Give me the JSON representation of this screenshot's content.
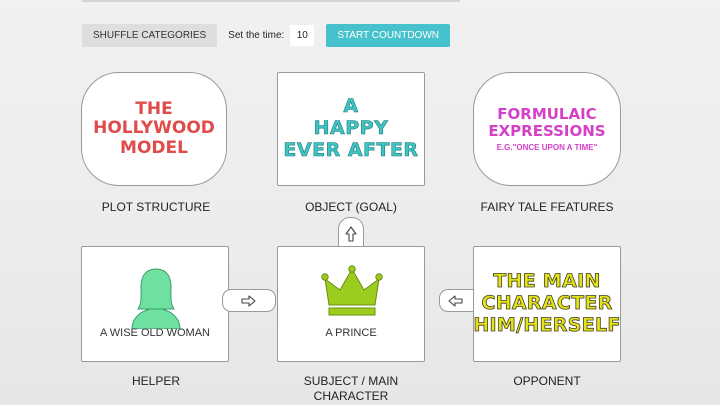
{
  "toolbar": {
    "shuffle_label": "SHUFFLE CATEGORIES",
    "time_label": "Set the time:",
    "time_value": "10",
    "start_label": "START COUNTDOWN"
  },
  "cards": {
    "plot_structure": {
      "lines": [
        "THE",
        "HOLLYWOOD",
        "MODEL"
      ],
      "label": "PLOT STRUCTURE"
    },
    "object_goal": {
      "lines": [
        "A",
        "HAPPY",
        "EVER AFTER"
      ],
      "label": "OBJECT (GOAL)"
    },
    "fairy_tale": {
      "title_lines": [
        "FORMULAIC",
        "EXPRESSIONS"
      ],
      "subtitle": "E.G.\"ONCE UPON A TIME\"",
      "label": "FAIRY TALE FEATURES"
    },
    "helper": {
      "caption": "A WISE OLD WOMAN",
      "label": "HELPER",
      "icon": "woman-silhouette-icon"
    },
    "subject": {
      "caption": "A PRINCE",
      "label_lines": [
        "SUBJECT / MAIN",
        "CHARACTER"
      ],
      "icon": "crown-icon"
    },
    "opponent": {
      "lines": [
        "THE MAIN",
        "CHARACTER",
        "HIM/HERSELF"
      ],
      "label": "OPPONENT"
    }
  },
  "colors": {
    "accent": "#47c1cc",
    "red": "#e04b4b",
    "teal": "#3fc3c3",
    "magenta": "#d540c9",
    "yellow": "#e6e21a",
    "green_icon": "#6ee0a0",
    "crown": "#9ccc1e"
  }
}
